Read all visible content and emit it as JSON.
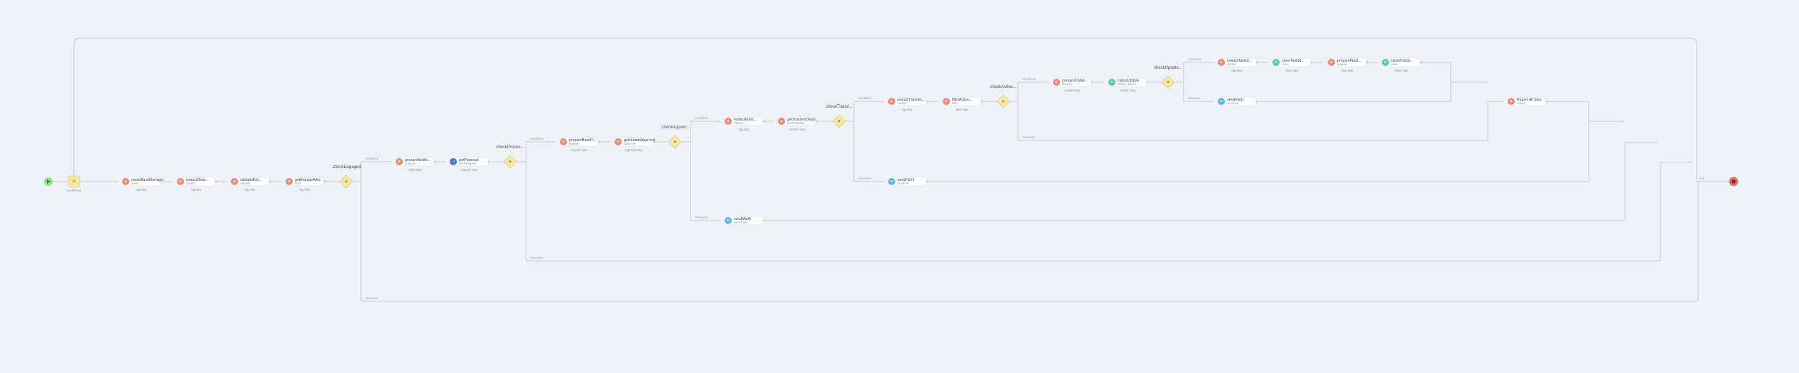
{
  "colors": {
    "background": "#eff2f7",
    "edge": "#c6cbd6",
    "start": "#8fe08a",
    "end": "#d9766a",
    "task_salmon": "#e58a77",
    "task_blue": "#4a78d0",
    "task_teal": "#5fc9a3",
    "task_sky": "#5ab8e0",
    "gateway": "#f5e7a6"
  },
  "start_event": {
    "icon": "start-icon"
  },
  "end_event": {
    "icon": "stop-icon"
  },
  "loop_node": {
    "icon": "loop-icon",
    "label": "conditional"
  },
  "tasks": [
    {
      "id": "t1",
      "title": "parseBaseManager",
      "subtitle": "parse",
      "under": "log step",
      "kind": "salmon"
    },
    {
      "id": "t2",
      "title": "extractDeta...",
      "subtitle": "extract",
      "under": "log step",
      "kind": "salmon"
    },
    {
      "id": "t3",
      "title": "validateEnt...",
      "subtitle": "validate",
      "under": "log step",
      "kind": "salmon"
    },
    {
      "id": "t4",
      "title": "getEngageAlloc",
      "subtitle": "fetch",
      "under": "log step",
      "kind": "salmon"
    },
    {
      "id": "t5",
      "title": "prepareNotific...",
      "subtitle": "prepare",
      "under": "notify step",
      "kind": "salmon"
    },
    {
      "id": "t6",
      "title": "getProposal",
      "subtitle": "fetch request",
      "under": "request step",
      "kind": "blue"
    },
    {
      "id": "t7",
      "title": "prepareBaseP...",
      "subtitle": "prepare",
      "under": "prepare step",
      "kind": "salmon"
    },
    {
      "id": "t8",
      "title": "getHumanApproval",
      "subtitle": "approval",
      "under": "approval step",
      "kind": "salmon"
    },
    {
      "id": "t9",
      "title": "extractEnter...",
      "subtitle": "extract",
      "under": "log step",
      "kind": "salmon"
    },
    {
      "id": "t10",
      "title": "getTransferDetail",
      "subtitle": "fetch transfer",
      "under": "transfer step",
      "kind": "salmon"
    },
    {
      "id": "t11",
      "title": "extractTransfer...",
      "subtitle": "extract",
      "under": "log step",
      "kind": "salmon"
    },
    {
      "id": "t12",
      "title": "filterActive...",
      "subtitle": "filter",
      "under": "filter step",
      "kind": "salmon"
    },
    {
      "id": "t13",
      "title": "sendMail()",
      "subtitle": "send mail",
      "under": "",
      "kind": "sky"
    },
    {
      "id": "t14",
      "title": "prepareUpdat...",
      "subtitle": "prepare",
      "under": "update step",
      "kind": "salmon"
    },
    {
      "id": "t15",
      "title": "statusUpdate",
      "subtitle": "status update",
      "under": "update step",
      "kind": "teal"
    },
    {
      "id": "t16",
      "title": "extractTaskId...",
      "subtitle": "extract",
      "under": "log step",
      "kind": "salmon"
    },
    {
      "id": "t17",
      "title": "closeTaskId...",
      "subtitle": "close",
      "under": "close step",
      "kind": "teal"
    },
    {
      "id": "t18",
      "title": "prepareFinal...",
      "subtitle": "prepare",
      "under": "final step",
      "kind": "salmon"
    },
    {
      "id": "t19",
      "title": "closeTransi...",
      "subtitle": "close",
      "under": "close step",
      "kind": "teal"
    },
    {
      "id": "t20",
      "title": "sendFail()",
      "subtitle": "send fail",
      "under": "",
      "kind": "sky"
    },
    {
      "id": "t21",
      "title": "sendMail()",
      "subtitle": "send mail",
      "under": "",
      "kind": "sky"
    },
    {
      "id": "t22",
      "title": "sendFail()",
      "subtitle": "send fail",
      "under": "",
      "kind": "sky"
    },
    {
      "id": "t23",
      "title": "Report All Step",
      "subtitle": "report",
      "under": "",
      "kind": "salmon"
    }
  ],
  "gateways": [
    {
      "id": "g1",
      "label": "checkEngaged"
    },
    {
      "id": "g2",
      "label": "checkProces..."
    },
    {
      "id": "g3",
      "label": "checkApprov..."
    },
    {
      "id": "g4",
      "label": "checkTransf..."
    },
    {
      "id": "g5",
      "label": "checkActive..."
    },
    {
      "id": "g6",
      "label": "checkUpdate..."
    }
  ],
  "edge_labels": {
    "yes": "conditions",
    "no": "otherwise",
    "end": "end"
  }
}
